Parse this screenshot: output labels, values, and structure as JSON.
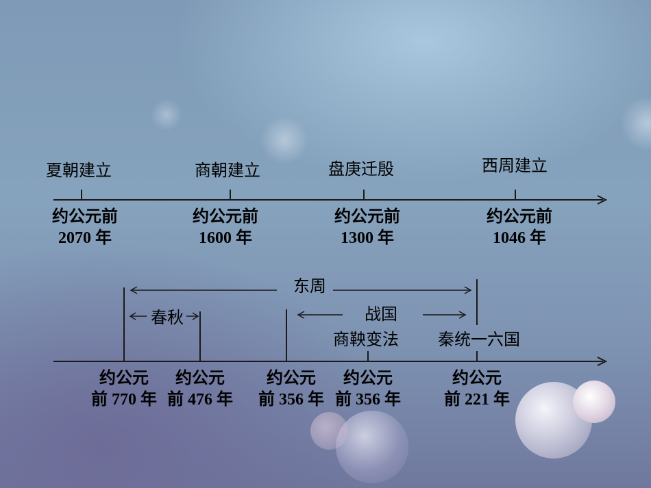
{
  "background": {
    "accent": "#8aa6c4",
    "bottom": "#6d6c98"
  },
  "timeline1": {
    "events": [
      {
        "label": "夏朝建立",
        "date_line1": "约公元前",
        "date_line2": "2070 年"
      },
      {
        "label": "商朝建立",
        "date_line1": "约公元前",
        "date_line2": "1600 年"
      },
      {
        "label": "盘庚迁殷",
        "date_line1": "约公元前",
        "date_line2": "1300 年"
      },
      {
        "label": "西周建立",
        "date_line1": "约公元前",
        "date_line2": "1046 年"
      }
    ]
  },
  "timeline2": {
    "periods": {
      "dongzhou": "东周",
      "chunqiu": "春秋",
      "zhanguo": "战国"
    },
    "events": [
      {
        "label": "商鞅变法"
      },
      {
        "label": "秦统一六国"
      }
    ],
    "dates": [
      {
        "line1": "约公元",
        "line2": "前 770 年"
      },
      {
        "line1": "约公元",
        "line2": "前 476 年"
      },
      {
        "line1": "约公元",
        "line2": "前 356 年"
      },
      {
        "line1": "约公元",
        "line2": "前 356 年"
      },
      {
        "line1": "约公元",
        "line2": "前 221 年"
      }
    ]
  }
}
